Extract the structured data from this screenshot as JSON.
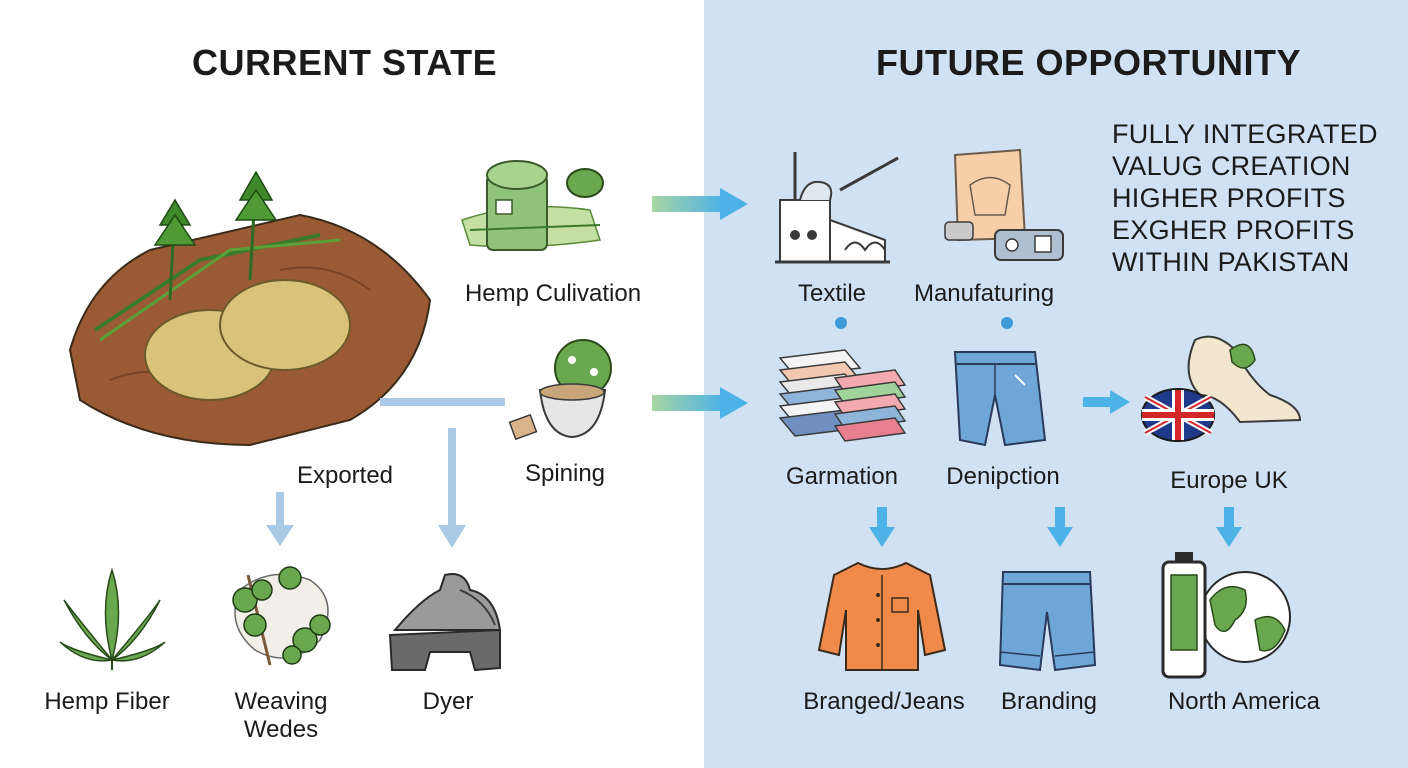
{
  "headings": {
    "current": "CURRENT STATE",
    "future": "FUTURE OPPORTUNITY"
  },
  "current_state": {
    "cultivation_label": "Hemp Culivation",
    "spinning_label": "Spining",
    "exported_label": "Exported",
    "outputs": [
      {
        "label": "Hemp Fiber"
      },
      {
        "label": "Weaving Wedes"
      },
      {
        "label": "Dyer"
      }
    ]
  },
  "future_opportunity": {
    "textile_label": "Textile",
    "manufacturing_label": "Manufaturing",
    "garmation_label": "Garmation",
    "denipction_label": "Denipction",
    "europe_label": "Europe UK",
    "branged_label": "Branged/Jeans",
    "branding_label": "Branding",
    "north_america_label": "North America"
  },
  "callout": {
    "lines": [
      "FULLY INTEGRATED",
      "VALUG CREATION",
      "HIGHER PROFITS",
      "EXGHER PROFITS",
      "WITHIN PAKISTAN"
    ]
  },
  "colors": {
    "right_panel": "#cfe1f2",
    "arrow_blue": "#4db3e6",
    "arrow_light": "#a9c9e6",
    "hemp_green": "#6aa84f",
    "soil": "#9a5a34",
    "orange": "#f08a4b",
    "denim": "#6ea6d8"
  }
}
